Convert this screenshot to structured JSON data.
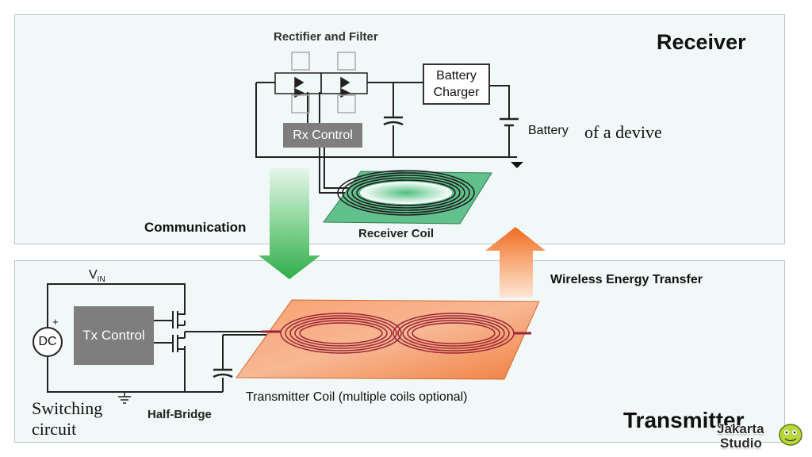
{
  "receiver": {
    "title": "Receiver",
    "rectifier_label": "Rectifier and Filter",
    "rx_control": "Rx Control",
    "battery_charger_line1": "Battery",
    "battery_charger_line2": "Charger",
    "battery_label": "Battery",
    "battery_note": "of a devive",
    "coil_label": "Receiver Coil"
  },
  "links": {
    "communication": "Communication",
    "wireless_energy": "Wireless Energy Transfer"
  },
  "transmitter": {
    "title": "Transmitter",
    "vin": "V",
    "vin_sub": "IN",
    "dc": "DC",
    "plus": "+",
    "tx_control": "Tx Control",
    "switching_line1": "Switching",
    "switching_line2": "circuit",
    "half_bridge": "Half-Bridge",
    "coil_label": "Transmitter Coil (multiple coils optional)"
  },
  "logo": {
    "line1": "Jakarta",
    "line2": "Studio"
  },
  "colors": {
    "green_pad": "#5fbf8a",
    "orange_pad": "#f2844a",
    "tx_coil": "#9b2335",
    "rx_coil": "#1f1f1f",
    "panel_border": "#b9c6cc"
  }
}
